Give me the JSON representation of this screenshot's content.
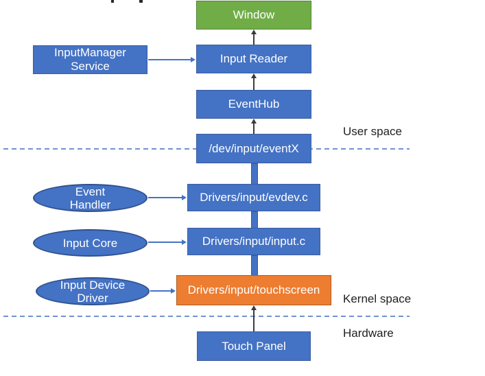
{
  "nodes": {
    "window": {
      "label": "Window"
    },
    "input_manager_service": {
      "line1": "InputManager",
      "line2": "Service"
    },
    "input_reader": {
      "label": "Input Reader"
    },
    "eventhub": {
      "label": "EventHub"
    },
    "dev_input_eventx": {
      "label": "/dev/input/eventX"
    },
    "drivers_evdev": {
      "label": "Drivers/input/evdev.c"
    },
    "drivers_input": {
      "label": "Drivers/input/input.c"
    },
    "drivers_touchscreen": {
      "label": "Drivers/input/touchscreen"
    },
    "touch_panel": {
      "label": "Touch Panel"
    },
    "event_handler": {
      "line1": "Event",
      "line2": "Handler"
    },
    "input_core": {
      "label": "Input Core"
    },
    "input_device_driver": {
      "line1": "Input Device",
      "line2": "Driver"
    }
  },
  "zones": {
    "user_space": "User space",
    "kernel_space": "Kernel space",
    "hardware": "Hardware"
  },
  "edges": [
    {
      "from": "input_reader",
      "to": "window",
      "style": "black-arrow-up"
    },
    {
      "from": "eventhub",
      "to": "input_reader",
      "style": "black-arrow-up"
    },
    {
      "from": "dev_input_eventx",
      "to": "eventhub",
      "style": "black-arrow-up"
    },
    {
      "from": "dev_input_eventx",
      "to": "drivers_evdev",
      "style": "blue-line"
    },
    {
      "from": "drivers_evdev",
      "to": "drivers_input",
      "style": "blue-line"
    },
    {
      "from": "drivers_input",
      "to": "drivers_touchscreen",
      "style": "blue-line"
    },
    {
      "from": "touch_panel",
      "to": "drivers_touchscreen",
      "style": "black-arrow-up"
    },
    {
      "from": "input_manager_service",
      "to": "input_reader",
      "style": "blue-arrow-right"
    },
    {
      "from": "event_handler",
      "to": "drivers_evdev",
      "style": "blue-arrow-right"
    },
    {
      "from": "input_core",
      "to": "drivers_input",
      "style": "blue-arrow-right"
    },
    {
      "from": "input_device_driver",
      "to": "drivers_touchscreen",
      "style": "blue-arrow-right"
    }
  ],
  "colors": {
    "box_blue": "#4472C4",
    "box_blue_border": "#2F528F",
    "box_green": "#70AD47",
    "box_green_border": "#548235",
    "box_orange": "#ED7D31",
    "box_orange_border": "#AE5A21",
    "connector_blue": "#4472C4",
    "connector_black": "#3B3B3B",
    "divider_dashed_blue": "#7191CE",
    "node_text": "#FFFFFF",
    "zone_text": "#1F1F1F",
    "background": "#FFFFFF"
  }
}
